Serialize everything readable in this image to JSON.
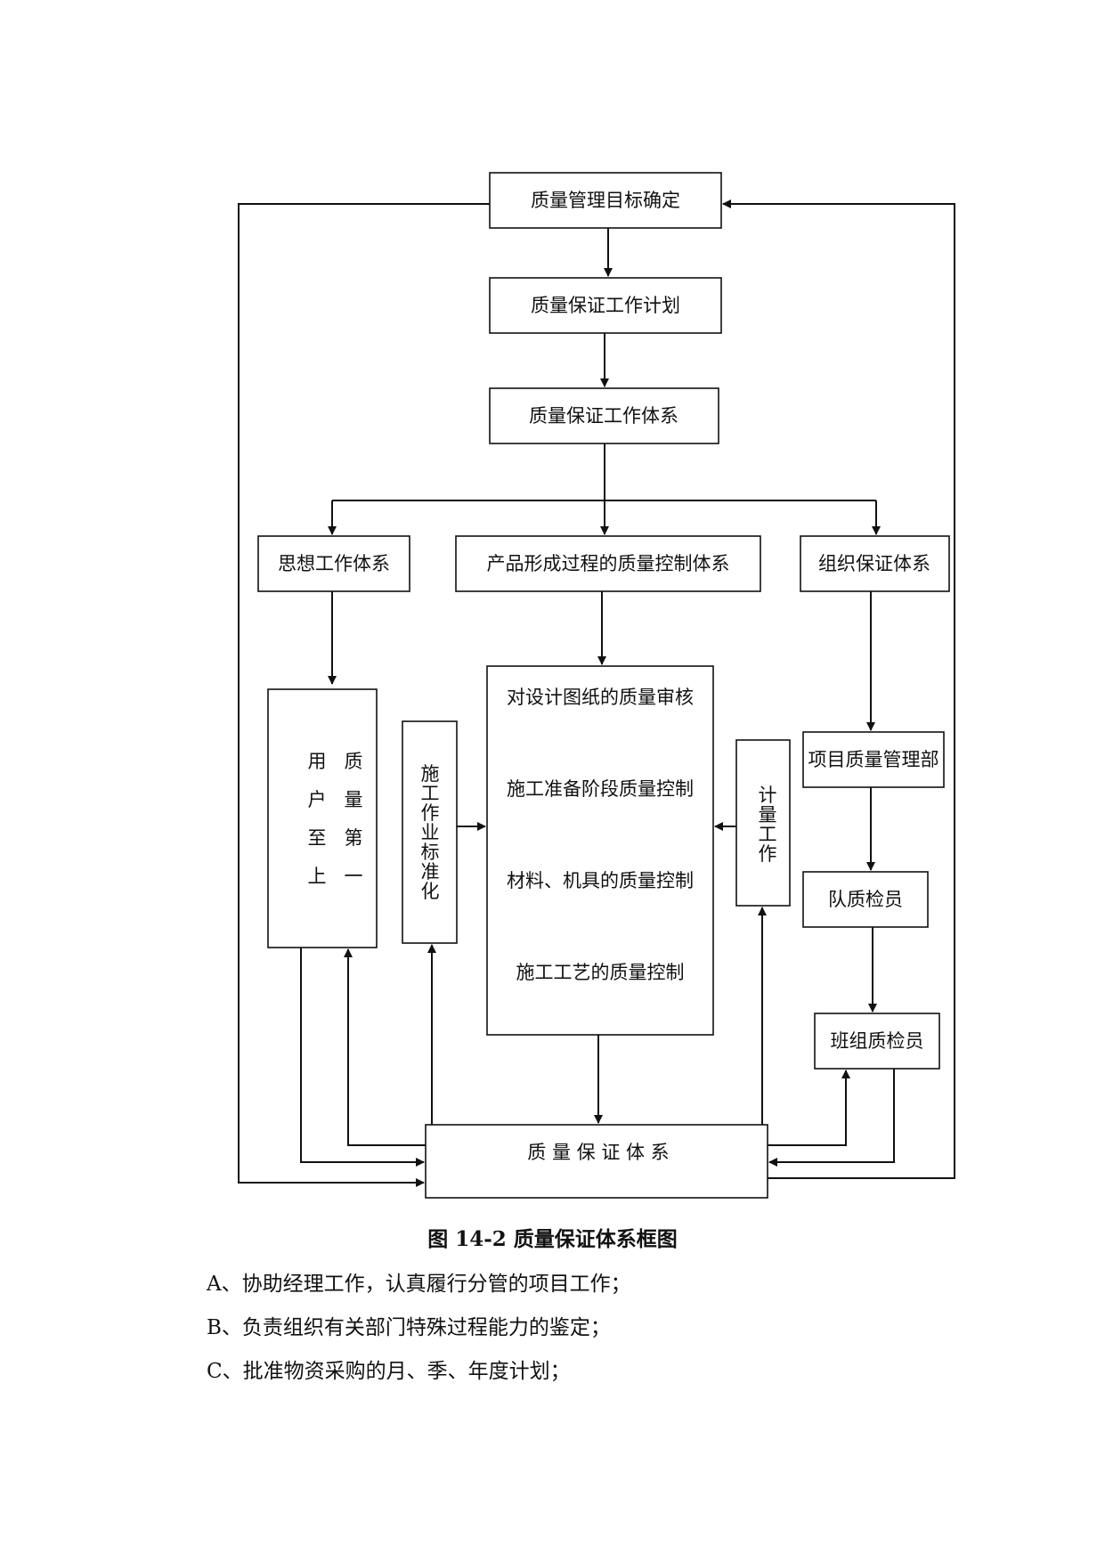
{
  "diagram": {
    "nodes": {
      "target": "质量管理目标确定",
      "plan": "质量保证工作计划",
      "system": "质量保证工作体系",
      "thought": "思想工作体系",
      "product": "产品形成过程的质量控制体系",
      "org": "组织保证体系",
      "user_col1": [
        "用",
        "户",
        "至",
        "上"
      ],
      "user_col2": [
        "质",
        "量",
        "第",
        "一"
      ],
      "standard": [
        "施",
        "工",
        "作",
        "业",
        "标",
        "准",
        "化"
      ],
      "center": [
        "对设计图纸的质量审核",
        "施工准备阶段质量控制",
        "材料、机具的质量控制",
        "施工工艺的质量控制"
      ],
      "measure": [
        "计",
        "量",
        "工",
        "作"
      ],
      "dept": "项目质量管理部",
      "team": "队质检员",
      "group": "班组质检员",
      "bottom": "质 量 保 证 体 系"
    }
  },
  "caption": "图 14-2  质量保证体系框图",
  "body_lines": [
    "A、协助经理工作，认真履行分管的项目工作；",
    "B、负责组织有关部门特殊过程能力的鉴定；",
    "C、批准物资采购的月、季、年度计划；"
  ]
}
